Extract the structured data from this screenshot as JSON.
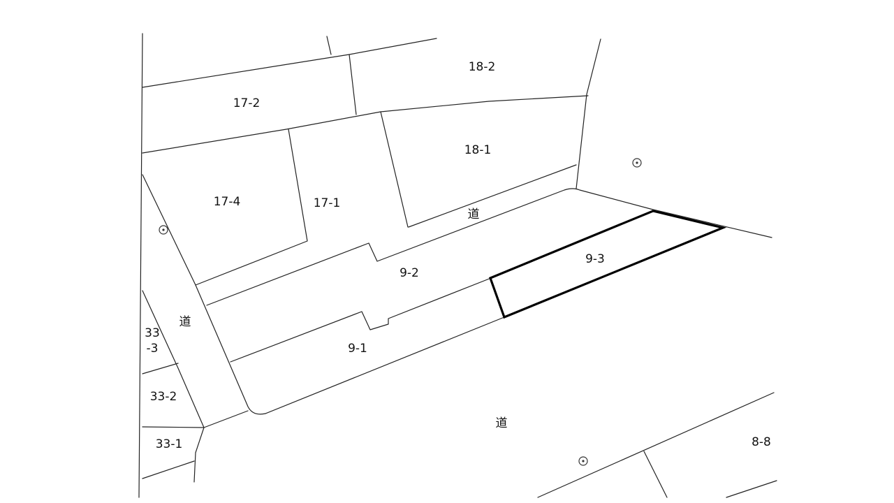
{
  "parcels": {
    "p18_2": "18-2",
    "p17_2": "17-2",
    "p18_1": "18-1",
    "p17_4": "17-4",
    "p17_1": "17-1",
    "p9_2": "9-2",
    "p9_3": "9-3",
    "p9_1": "9-1",
    "p33_3_top": "33",
    "p33_3_bottom": "-3",
    "p33_2": "33-2",
    "p33_1": "33-1",
    "p8_8": "8-8"
  },
  "roads": {
    "road_upper": "道",
    "road_left": "道",
    "road_main": "道"
  },
  "highlighted_parcel": "9-3",
  "colors": {
    "line": "#222222",
    "highlight": "#000000",
    "background": "#ffffff"
  }
}
